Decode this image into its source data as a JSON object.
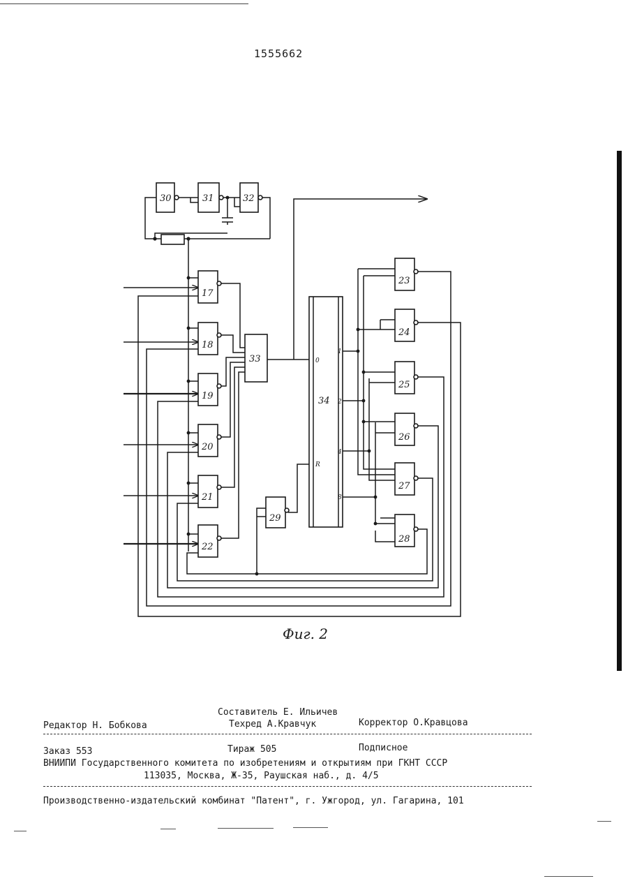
{
  "document": {
    "number": "1555662"
  },
  "figure": {
    "caption": "Фиг. 2",
    "blocks": {
      "b17": "17",
      "b18": "18",
      "b19": "19",
      "b20": "20",
      "b21": "21",
      "b22": "22",
      "b23": "23",
      "b24": "24",
      "b25": "25",
      "b26": "26",
      "b27": "27",
      "b28": "28",
      "b29": "29",
      "b30": "30",
      "b31": "31",
      "b32": "32",
      "b33": "33",
      "b34": "34"
    },
    "pins": {
      "p0": "0",
      "p1": "1",
      "p2": "2",
      "p4": "4",
      "p8": "8",
      "pR": "R"
    }
  },
  "imprint": {
    "compiler": "Составитель Е. Ильичев",
    "editor": "Редактор Н. Бобкова",
    "techred": "Техред А.Кравчук",
    "corrector": "Корректор О.Кравцова",
    "order": "Заказ 553",
    "circulation": "Тираж 505",
    "subscription": "Подписное",
    "institute": "ВНИИПИ Государственного комитета по изобретениям и открытиям при ГКНТ СССР",
    "address": "113035, Москва, Ж-35, Раушская наб., д. 4/5",
    "publisher": "Производственно-издательский комбинат \"Патент\", г. Ужгород, ул. Гагарина, 101"
  }
}
